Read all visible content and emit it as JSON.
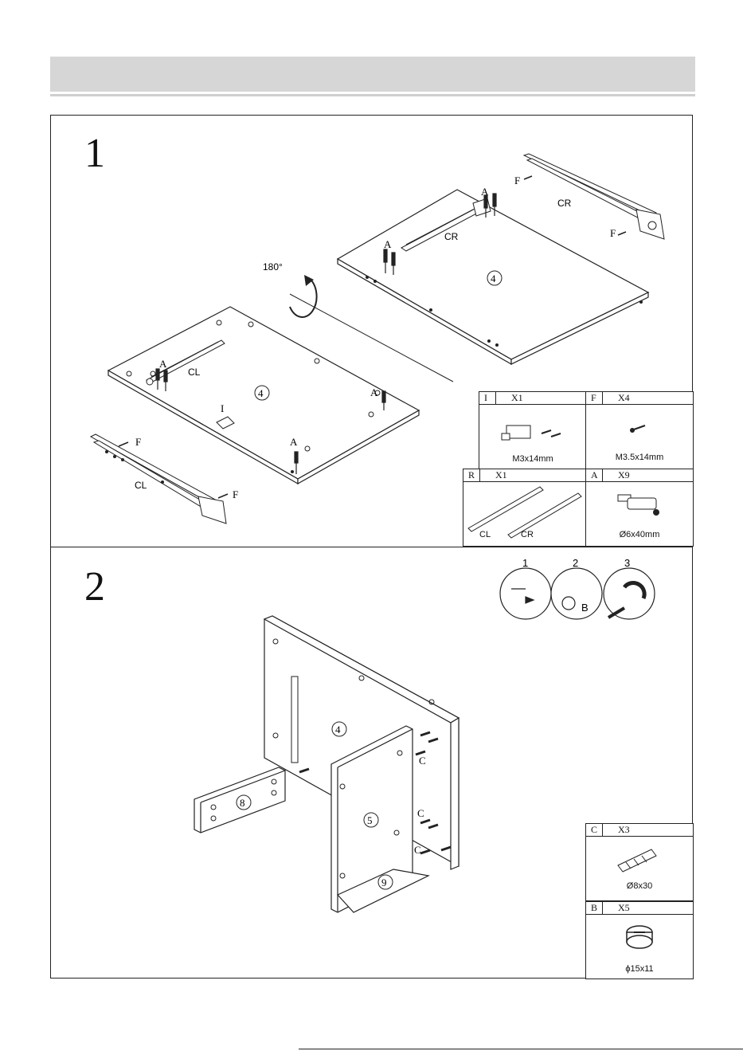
{
  "step1": {
    "number": "1",
    "rotation": "180°",
    "labels": {
      "cr": "CR",
      "cl": "CL",
      "a": "A",
      "f": "F",
      "i": "I",
      "panel": "4"
    },
    "parts": {
      "I": {
        "letter": "I",
        "qty": "X1",
        "size": "M3x14mm"
      },
      "F": {
        "letter": "F",
        "qty": "X4",
        "size": "M3.5x14mm"
      },
      "R": {
        "letter": "R",
        "qty": "X1",
        "cl": "CL",
        "cr": "CR"
      },
      "A": {
        "letter": "A",
        "qty": "X9",
        "size": "Ø6x40mm"
      }
    }
  },
  "step2": {
    "number": "2",
    "inset": {
      "one": "1",
      "two": "2",
      "three": "3",
      "b": "B"
    },
    "labels": {
      "panel4": "4",
      "panel5": "5",
      "panel8": "8",
      "panel9": "9",
      "c": "C"
    },
    "parts": {
      "C": {
        "letter": "C",
        "qty": "X3",
        "size": "Ø8x30"
      },
      "B": {
        "letter": "B",
        "qty": "X5",
        "size": "ϕ15x11"
      }
    }
  }
}
